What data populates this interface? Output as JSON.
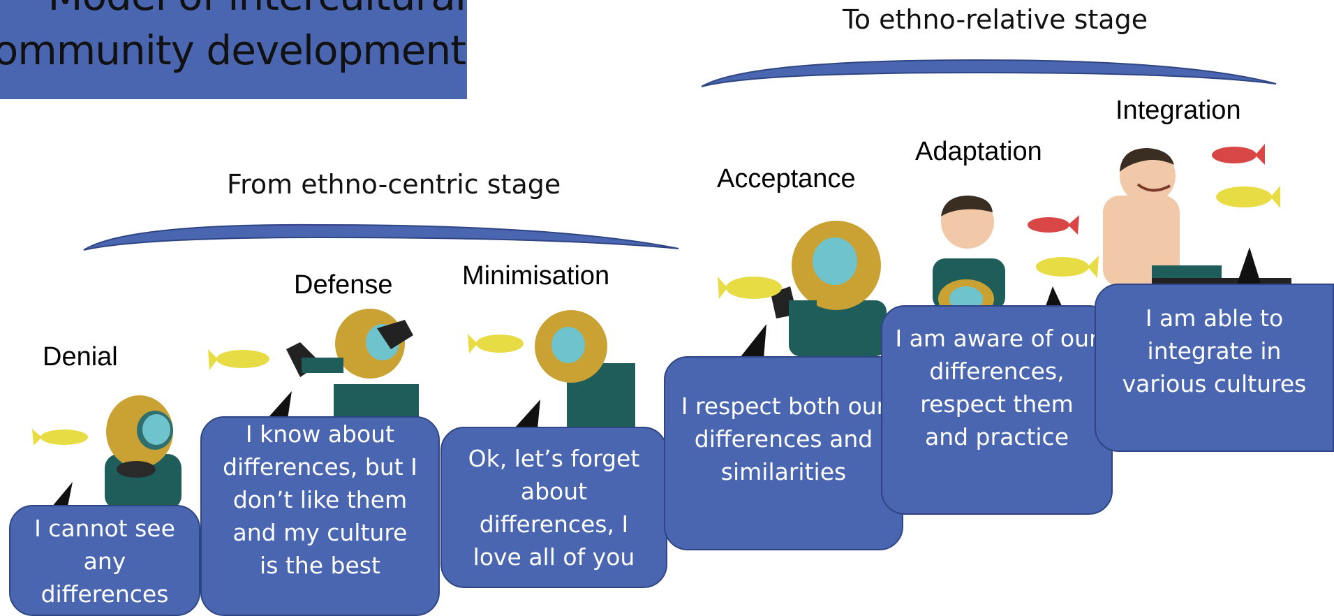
{
  "title": {
    "line1": "Model of intercultural",
    "line2": "community development"
  },
  "groups": {
    "ethnocentric": "From ethno-centric stage",
    "ethnorelative": "To ethno-relative stage"
  },
  "stages": [
    {
      "name": "Denial",
      "quote": "I cannot see\nany\ndifferences"
    },
    {
      "name": "Defense",
      "quote": "I know about\ndifferences, but I\ndon’t like them\nand my culture\nis the best"
    },
    {
      "name": "Minimisation",
      "quote": "Ok, let’s forget\nabout\ndifferences, I\nlove all of you"
    },
    {
      "name": "Acceptance",
      "quote": "I respect both our\ndifferences and\nsimilarities"
    },
    {
      "name": "Adaptation",
      "quote": "I am aware of our\ndifferences,\nrespect them\nand practice"
    },
    {
      "name": "Integration",
      "quote": "I am able to\nintegrate in\nvarious cultures"
    }
  ],
  "colors": {
    "bubble": "#4a66b0",
    "brace": "#4a66b0",
    "helmet": "#c9a233",
    "suit": "#1f5d5a",
    "fish_yellow": "#e8dc45",
    "fish_red": "#d94646"
  }
}
